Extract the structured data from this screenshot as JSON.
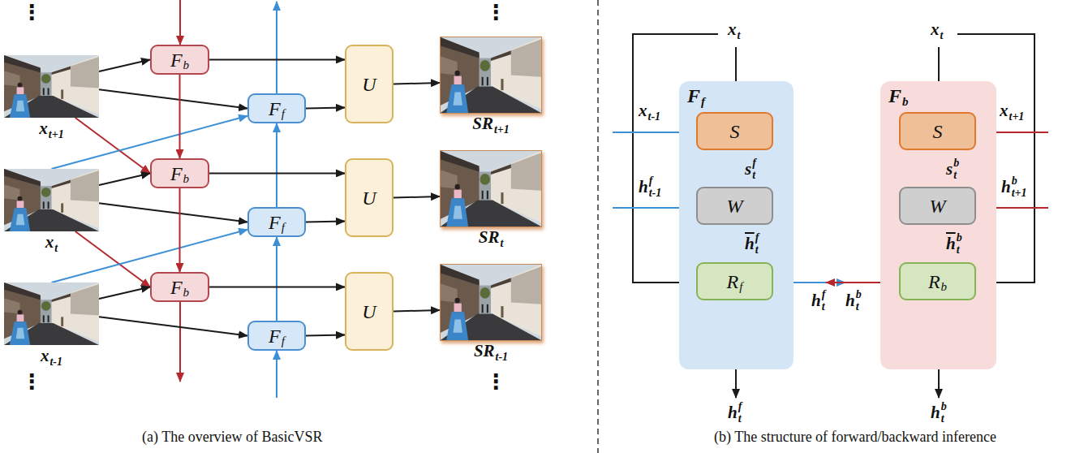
{
  "diagram": {
    "nodes": [
      {
        "text": [
          "x",
          "t+1"
        ]
      },
      {
        "text": [
          "F",
          "b"
        ]
      },
      {
        "text": [
          "F",
          "f"
        ]
      },
      {
        "text": [
          "U"
        ]
      },
      {
        "text": [
          "SR",
          "t+1"
        ]
      },
      {
        "text": [
          "x",
          "t"
        ]
      },
      {
        "text": [
          "F",
          "b"
        ]
      },
      {
        "text": [
          "F",
          "f"
        ]
      },
      {
        "text": [
          "U"
        ]
      },
      {
        "text": [
          "SR",
          "t"
        ]
      },
      {
        "text": [
          "x",
          "t-1"
        ]
      },
      {
        "text": [
          "F",
          "b"
        ]
      },
      {
        "text": [
          "F",
          "f"
        ]
      },
      {
        "text": [
          "U"
        ]
      },
      {
        "text": [
          "SR",
          "t-1"
        ]
      },
      {
        "text": [
          "F",
          "f"
        ]
      },
      {
        "text": [
          "S"
        ],
        "in": 15
      },
      {
        "text": [
          "W"
        ],
        "in": 15
      },
      {
        "text": [
          "R",
          "f"
        ],
        "in": 15
      },
      {
        "text": [
          "F",
          "b"
        ]
      },
      {
        "text": [
          "S"
        ],
        "in": 19
      },
      {
        "text": [
          "W"
        ],
        "in": 19
      },
      {
        "text": [
          "R",
          "b"
        ],
        "in": 19
      }
    ],
    "edges": [
      {
        "from": 0,
        "to": 1,
        "arrow": "to"
      },
      {
        "from": 0,
        "to": 2,
        "arrow": "to"
      },
      {
        "from": 0,
        "to": 6,
        "arrow": "to"
      },
      {
        "from": 5,
        "to": 2,
        "arrow": "to"
      },
      {
        "from": 5,
        "to": 6,
        "arrow": "to"
      },
      {
        "from": 5,
        "to": 7,
        "arrow": "to"
      },
      {
        "from": 5,
        "to": 11,
        "arrow": "to"
      },
      {
        "from": 10,
        "to": 7,
        "arrow": "to"
      },
      {
        "from": 10,
        "to": 11,
        "arrow": "to"
      },
      {
        "from": 10,
        "to": 12,
        "arrow": "to"
      },
      {
        "from": 1,
        "to": 6,
        "arrow": "to"
      },
      {
        "from": 6,
        "to": 11,
        "arrow": "to"
      },
      {
        "from": 12,
        "to": 7,
        "arrow": "to"
      },
      {
        "from": 7,
        "to": 2,
        "arrow": "to"
      },
      {
        "from": 1,
        "to": 3,
        "arrow": "to"
      },
      {
        "from": 2,
        "to": 3,
        "arrow": "to"
      },
      {
        "from": 3,
        "to": 4,
        "arrow": "to"
      },
      {
        "from": 6,
        "to": 8,
        "arrow": "to"
      },
      {
        "from": 7,
        "to": 8,
        "arrow": "to"
      },
      {
        "from": 8,
        "to": 9,
        "arrow": "to"
      },
      {
        "from": 11,
        "to": 13,
        "arrow": "to"
      },
      {
        "from": 12,
        "to": 13,
        "arrow": "to"
      },
      {
        "from": 13,
        "to": 14,
        "arrow": "to"
      },
      {
        "from": 16,
        "to": 17,
        "arrow": "to"
      },
      {
        "from": 17,
        "to": 18,
        "arrow": "to"
      },
      {
        "from": 20,
        "to": 21,
        "arrow": "to"
      },
      {
        "from": 21,
        "to": 22,
        "arrow": "to"
      }
    ],
    "labels": [
      "⋮",
      "⋮",
      "⋮",
      "⋮",
      "(a) The overview of BasicVSR",
      "(b) The structure of forward/backward inference",
      "x",
      "t",
      "x",
      "t-1",
      "h",
      "f",
      "t-1",
      "s",
      "f",
      "t",
      "h",
      "f",
      "t",
      "h",
      "f",
      "t",
      "h",
      "f",
      "t",
      "x",
      "t",
      "x",
      "t+1",
      "h",
      "b",
      "t+1",
      "s",
      "b",
      "t",
      "h",
      "b",
      "t",
      "h",
      "b",
      "t",
      "h",
      "b",
      "t"
    ]
  }
}
